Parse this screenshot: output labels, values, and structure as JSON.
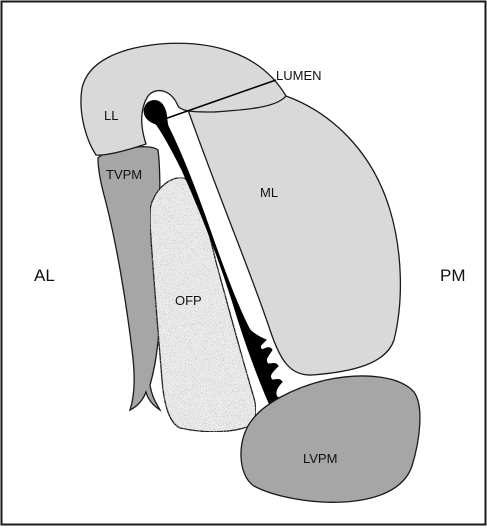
{
  "labels": {
    "lumen": "LUMEN",
    "ll": "LL",
    "tvpm": "TVPM",
    "ml": "ML",
    "al": "AL",
    "pm": "PM",
    "ofp": "OFP",
    "lvpm": "LVPM"
  },
  "colors": {
    "border": "#1a1a1a",
    "light_region": "#d9d9d9",
    "dark_region": "#a6a6a6",
    "speckled_region": "#ebebeb",
    "lumen": "#000000",
    "background": "#ffffff"
  }
}
